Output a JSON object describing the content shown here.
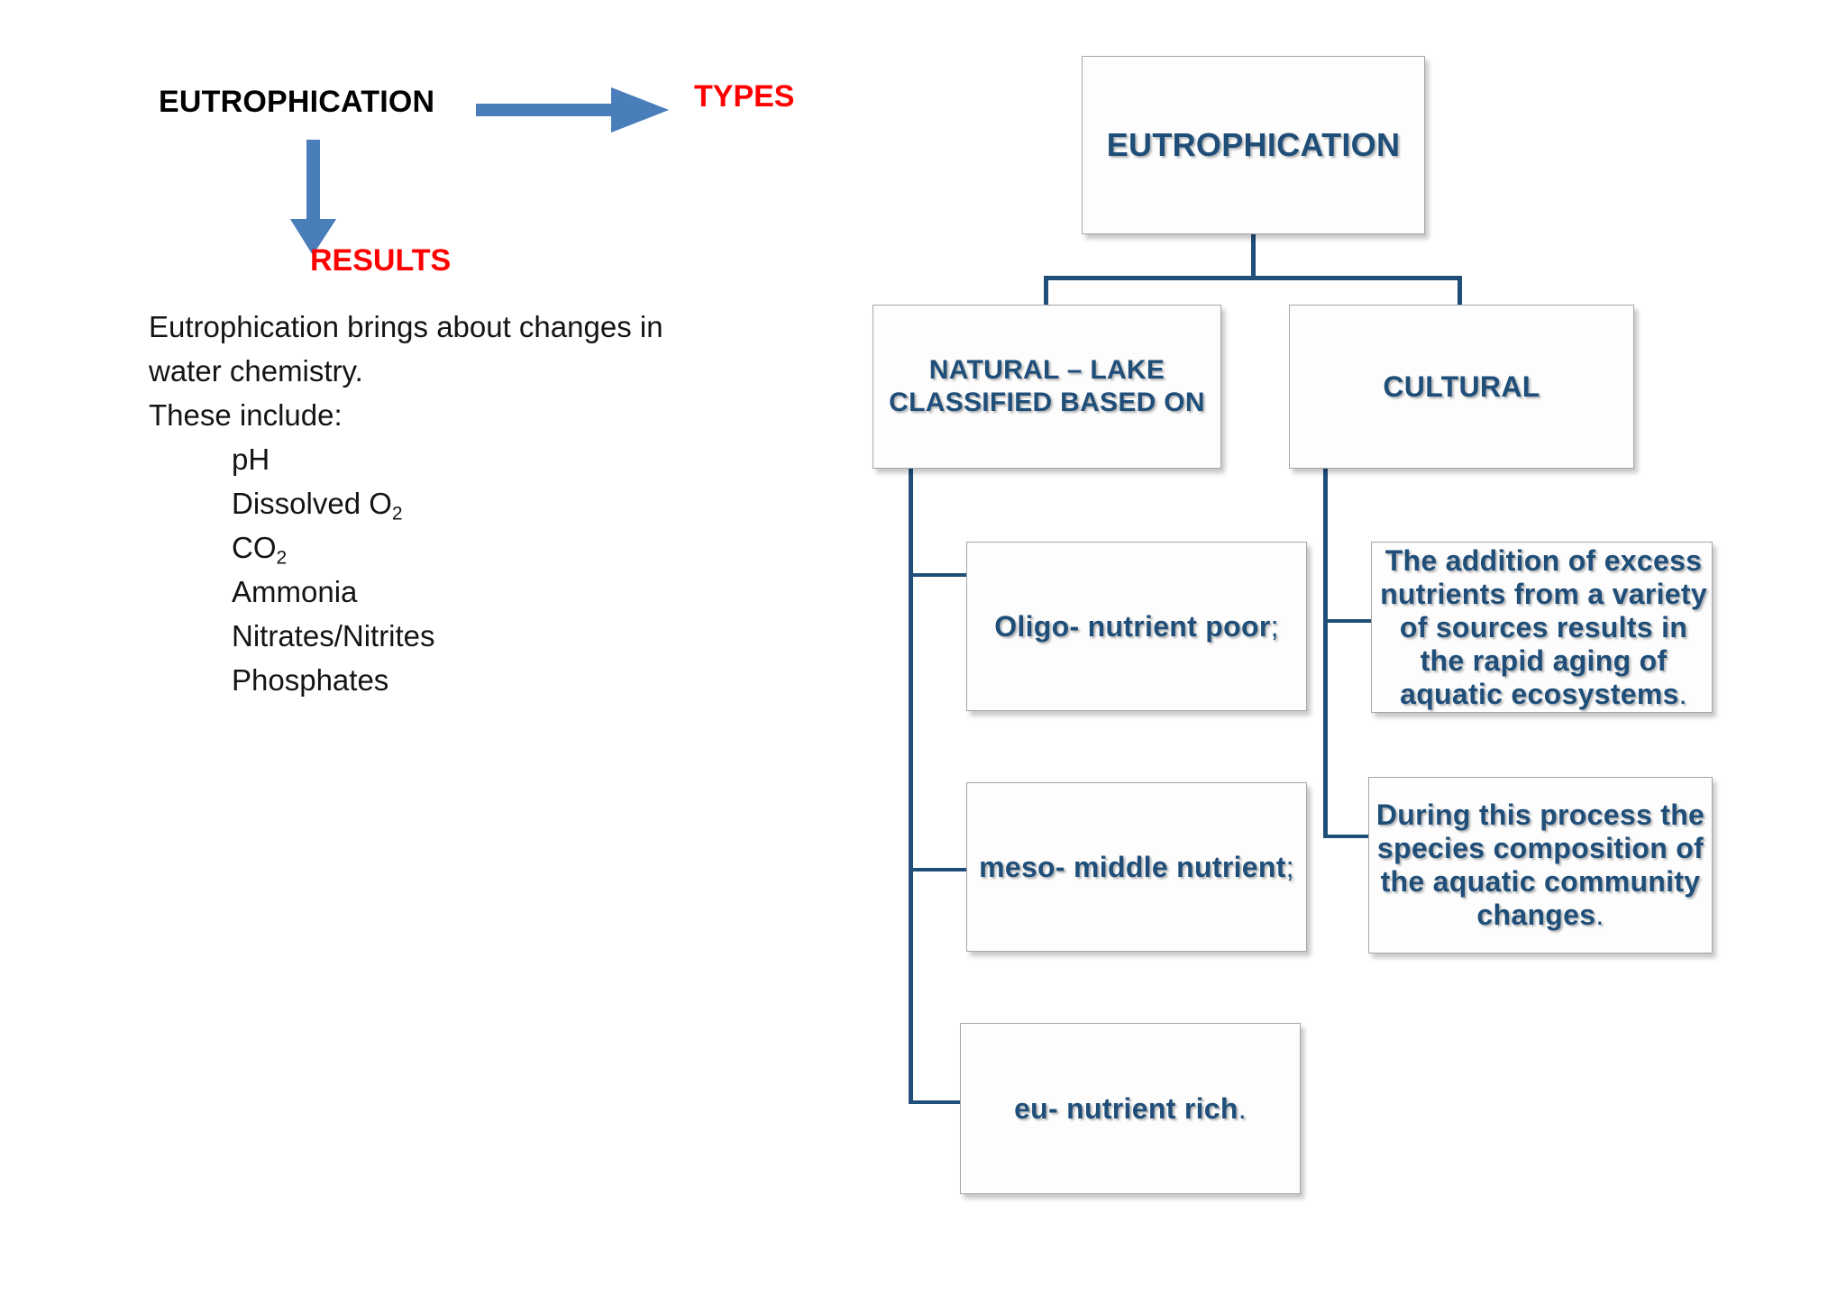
{
  "theme": {
    "accent_navy": "#1F4E79",
    "accent_red": "#FF0000",
    "arrow_blue": "#4A7EBB",
    "box_border": "#A6A6A6",
    "text_black": "#000000"
  },
  "left_panel": {
    "heading": "EUTROPHICATION",
    "types_label": "TYPES",
    "results_label": "RESULTS",
    "arrow_right_name": "arrow-right-to-types",
    "arrow_down_name": "arrow-down-to-results",
    "body_lines": [
      "Eutrophication brings about changes in",
      "water chemistry.",
      "These include:"
    ],
    "list_items": [
      {
        "text": "pH",
        "sub": ""
      },
      {
        "text": "Dissolved O",
        "sub": "2"
      },
      {
        "text": "CO",
        "sub": "2"
      },
      {
        "text": "Ammonia",
        "sub": ""
      },
      {
        "text": "Nitrates/Nitrites",
        "sub": ""
      },
      {
        "text": "Phosphates",
        "sub": ""
      }
    ]
  },
  "flowchart": {
    "root": {
      "label": "EUTROPHICATION"
    },
    "branches": [
      {
        "label": "NATURAL – LAKE CLASSIFIED BASED ON"
      },
      {
        "label": "CULTURAL"
      }
    ],
    "natural_children": [
      {
        "label": "Oligo- nutrient poor",
        "punct": ";"
      },
      {
        "label": "meso- middle nutrient",
        "punct": ";"
      },
      {
        "label": "eu- nutrient rich",
        "punct": "."
      }
    ],
    "cultural_children": [
      {
        "label": "The addition of excess nutrients from a variety of sources results in the rapid aging of aquatic ecosystems",
        "punct": "."
      },
      {
        "label": "During this process the species composition of the aquatic community changes",
        "punct": "."
      }
    ]
  }
}
